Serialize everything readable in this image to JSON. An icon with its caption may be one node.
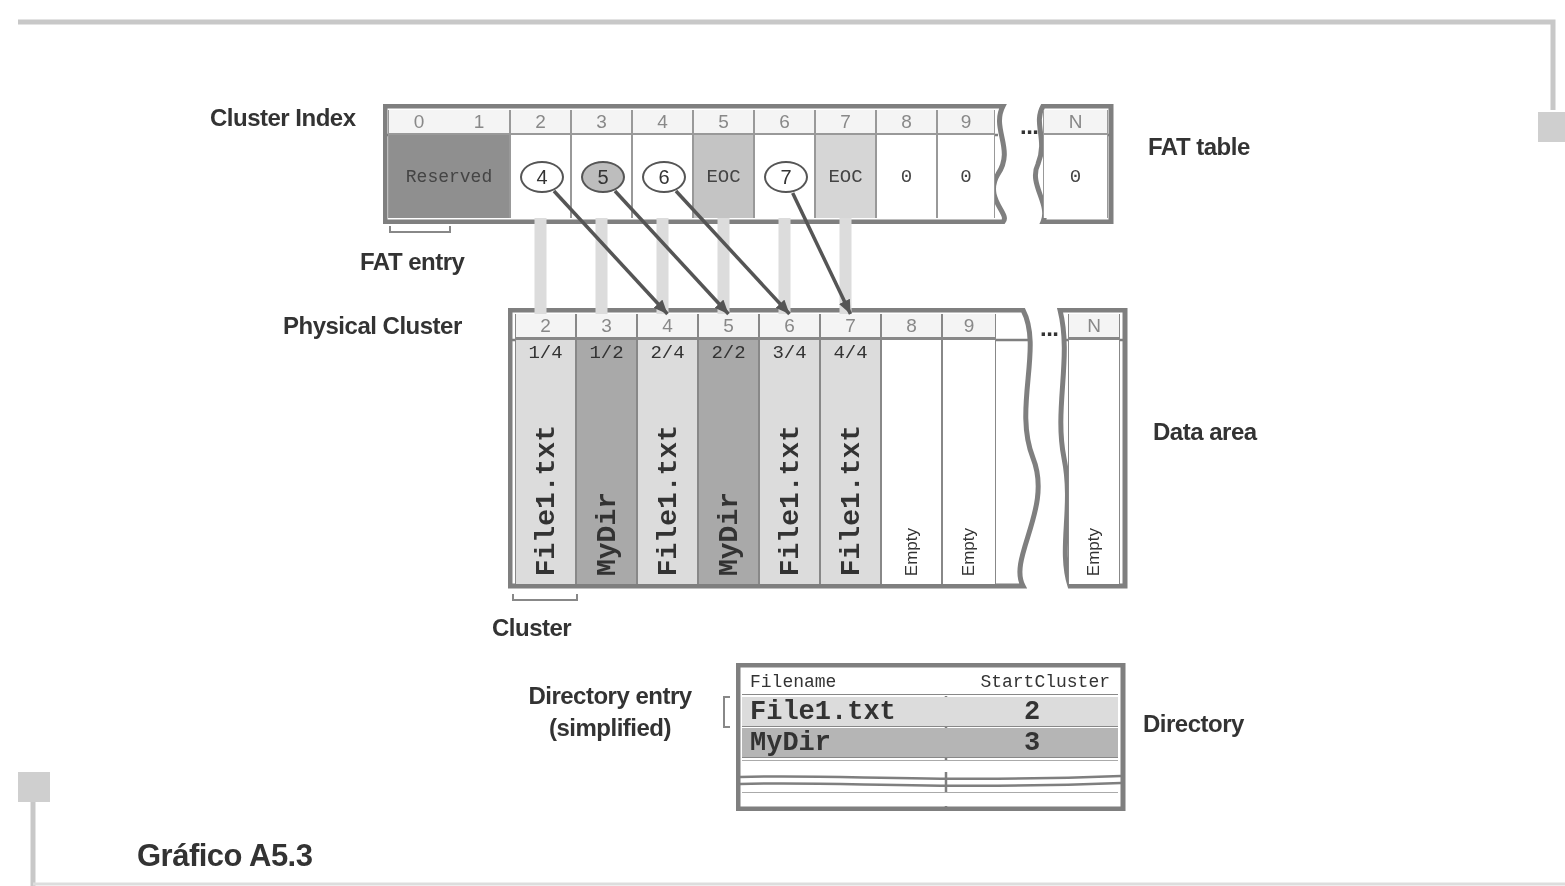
{
  "diagram": {
    "caption": "Gráfico A5.3",
    "nodes": [
      {
        "text": [
          "FAT table"
        ]
      },
      {
        "text": [
          "0",
          "1",
          "Reserved"
        ],
        "in": 0
      },
      {
        "text": [
          "2"
        ],
        "in": 0
      },
      {
        "text": [
          "4"
        ],
        "in": 2
      },
      {
        "text": [
          "3"
        ],
        "in": 0
      },
      {
        "text": [
          "5"
        ],
        "in": 4
      },
      {
        "text": [
          "4"
        ],
        "in": 0
      },
      {
        "text": [
          "6"
        ],
        "in": 6
      },
      {
        "text": [
          "5",
          "EOC"
        ],
        "in": 0
      },
      {
        "text": [
          "6"
        ],
        "in": 0
      },
      {
        "text": [
          "7"
        ],
        "in": 9
      },
      {
        "text": [
          "7",
          "EOC"
        ],
        "in": 0
      },
      {
        "text": [
          "8",
          "0"
        ],
        "in": 0
      },
      {
        "text": [
          "9",
          "0"
        ],
        "in": 0
      },
      {
        "text": [
          "N",
          "0"
        ],
        "in": 0
      },
      {
        "text": [
          "Data area"
        ]
      },
      {
        "text": [
          "2",
          "1/4",
          "File1.txt"
        ],
        "in": 15
      },
      {
        "text": [
          "3",
          "1/2",
          "MyDir"
        ],
        "in": 15
      },
      {
        "text": [
          "4",
          "2/4",
          "File1.txt"
        ],
        "in": 15
      },
      {
        "text": [
          "5",
          "2/2",
          "MyDir"
        ],
        "in": 15
      },
      {
        "text": [
          "6",
          "3/4",
          "File1.txt"
        ],
        "in": 15
      },
      {
        "text": [
          "7",
          "4/4",
          "File1.txt"
        ],
        "in": 15
      },
      {
        "text": [
          "8",
          "Empty"
        ],
        "in": 15
      },
      {
        "text": [
          "9",
          "Empty"
        ],
        "in": 15
      },
      {
        "text": [
          "N",
          "Empty"
        ],
        "in": 15
      },
      {
        "text": [
          "Directory"
        ]
      },
      {
        "text": [
          "Filename"
        ],
        "in": 25
      },
      {
        "text": [
          "StartCluster"
        ],
        "in": 25
      },
      {
        "text": [
          "File1.txt"
        ],
        "in": 25
      },
      {
        "text": [
          "2"
        ],
        "in": 25
      },
      {
        "text": [
          "MyDir"
        ],
        "in": 25
      },
      {
        "text": [
          "3"
        ],
        "in": 25
      },
      {
        "text": [],
        "shape": "box",
        "in": 25
      },
      {
        "text": [],
        "shape": "box",
        "in": 25
      },
      {
        "text": [],
        "shape": "box",
        "in": 25
      },
      {
        "text": [],
        "shape": "box",
        "in": 25
      }
    ],
    "edges": [
      {
        "from": 2,
        "to": 16,
        "arrow": "none"
      },
      {
        "from": 4,
        "to": 17,
        "arrow": "none"
      },
      {
        "from": 6,
        "to": 18,
        "arrow": "none"
      },
      {
        "from": 8,
        "to": 19,
        "arrow": "none"
      },
      {
        "from": 9,
        "to": 20,
        "arrow": "none"
      },
      {
        "from": 11,
        "to": 21,
        "arrow": "none"
      },
      {
        "from": 3,
        "to": 18,
        "arrow": "to",
        "color": "#555555"
      },
      {
        "from": 5,
        "to": 19,
        "arrow": "to",
        "color": "#555555"
      },
      {
        "from": 7,
        "to": 20,
        "arrow": "to",
        "color": "#555555"
      },
      {
        "from": 10,
        "to": 21,
        "arrow": "to",
        "color": "#555555"
      }
    ],
    "labels": [
      "Cluster Index",
      "...",
      "FAT entry",
      "Physical Cluster",
      "...",
      "Cluster",
      "Directory entry (simplified)"
    ]
  }
}
